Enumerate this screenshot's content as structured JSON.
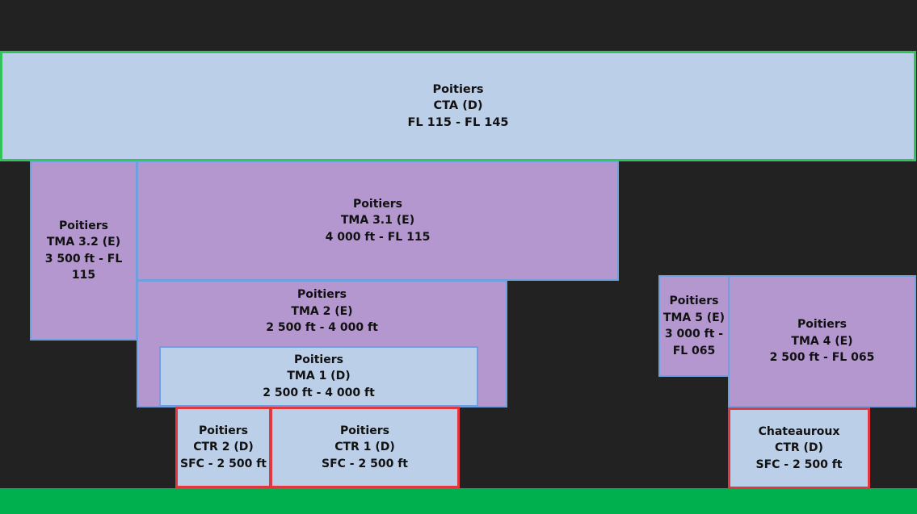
{
  "colors": {
    "background": "#222222",
    "ground": "#00b04f",
    "class_d_fill": "#bccfe8",
    "class_e_fill": "#b497cf",
    "cta_border": "#34c25a",
    "ctr_border": "#e0383e",
    "tma_border": "#6f9fdc"
  },
  "zones": {
    "cta": {
      "name": "Poitiers",
      "designator": "CTA (D)",
      "limits": "FL 115 - FL 145"
    },
    "tma32": {
      "name": "Poitiers",
      "designator": "TMA 3.2 (E)",
      "limits": "3 500 ft - FL 115"
    },
    "tma31": {
      "name": "Poitiers",
      "designator": "TMA 3.1 (E)",
      "limits": "4 000 ft - FL 115"
    },
    "tma2": {
      "name": "Poitiers",
      "designator": "TMA 2 (E)",
      "limits": "2 500 ft - 4 000 ft"
    },
    "tma1": {
      "name": "Poitiers",
      "designator": "TMA 1 (D)",
      "limits": "2 500 ft - 4 000 ft"
    },
    "ctr2": {
      "name": "Poitiers",
      "designator": "CTR 2 (D)",
      "limits": "SFC - 2 500 ft"
    },
    "ctr1": {
      "name": "Poitiers",
      "designator": "CTR 1 (D)",
      "limits": "SFC - 2 500 ft"
    },
    "tma5": {
      "name": "Poitiers",
      "designator": "TMA 5 (E)",
      "limits_line1": "3 000 ft -",
      "limits_line2": "FL 065"
    },
    "tma4": {
      "name": "Poitiers",
      "designator": "TMA 4 (E)",
      "limits": "2 500 ft - FL 065"
    },
    "chateauroux_ctr": {
      "name": "Chateauroux",
      "designator": "CTR (D)",
      "limits": "SFC - 2 500 ft"
    }
  }
}
